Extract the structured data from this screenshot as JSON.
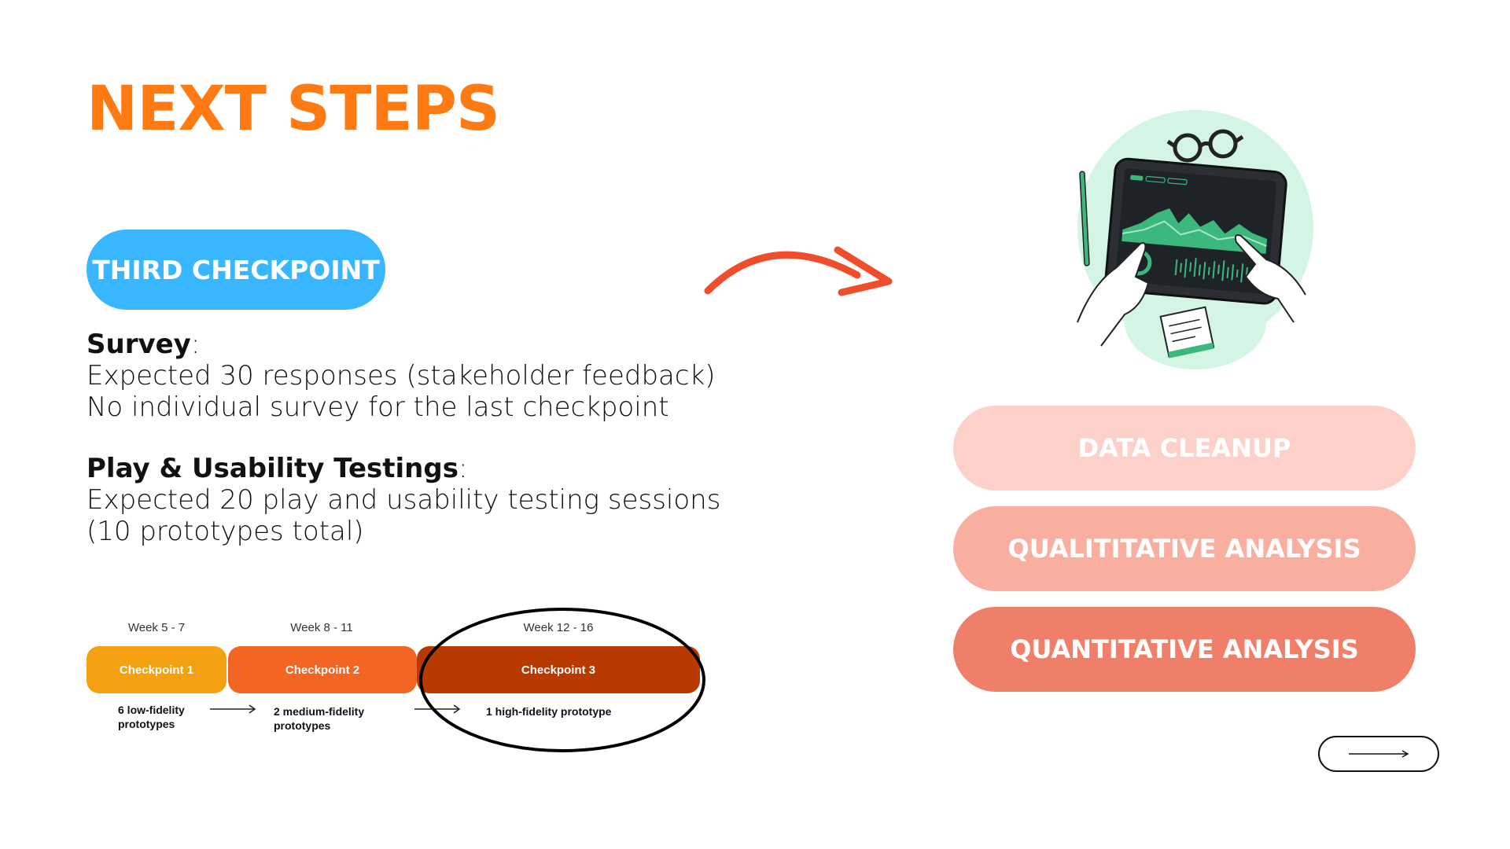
{
  "title": "NEXT STEPS",
  "checkpoint_badge": "THIRD CHECKPOINT",
  "survey": {
    "heading": "Survey",
    "colon": ":",
    "lines": [
      "Expected 30 responses (stakeholder feedback)",
      "No individual survey for the last checkpoint"
    ]
  },
  "testing": {
    "heading": "Play & Usability Testings",
    "colon": ":",
    "lines": [
      "Expected 20 play and usability testing sessions",
      "(10 prototypes total)"
    ]
  },
  "timeline": {
    "weeks": [
      "Week 5 - 7",
      "Week 8 - 11",
      "Week 12 - 16"
    ],
    "checkpoints": [
      "Checkpoint 1",
      "Checkpoint 2",
      "Checkpoint 3"
    ],
    "descriptions": [
      [
        "6 low-fidelity",
        "prototypes"
      ],
      [
        "2 medium-fidelity",
        "prototypes"
      ],
      [
        "1 high-fidelity prototype"
      ]
    ],
    "colors": [
      "#F5A010",
      "#F26522",
      "#B83A00"
    ]
  },
  "steps": [
    {
      "label": "DATA CLEANUP",
      "color": "#FDD1C9"
    },
    {
      "label": "QUALITITATIVE ANALYSIS",
      "color": "#F9AFA0"
    },
    {
      "label": "QUANTITATIVE ANALYSIS",
      "color": "#F07F6A"
    }
  ],
  "colors": {
    "accent_orange": "#FF7A12",
    "badge_blue": "#38B6FF",
    "arrow_red": "#F04E2A",
    "illustration_green": "#D4F5E4"
  },
  "icons": {
    "arrow": "curved-arrow-icon",
    "illustration": "tablet-analytics-illustration",
    "next": "arrow-right-icon"
  }
}
